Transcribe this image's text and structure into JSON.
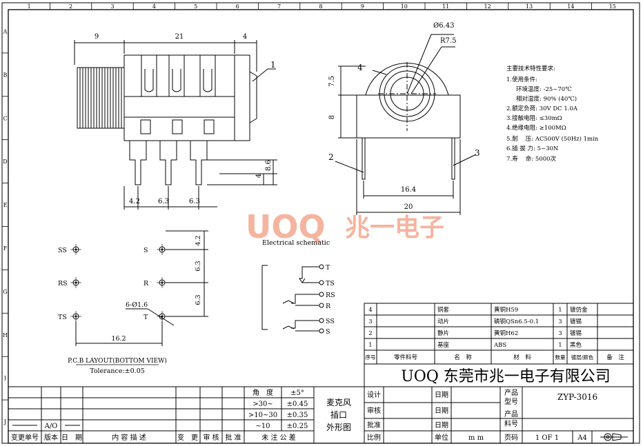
{
  "frame": {
    "col_numbers": [
      "1",
      "2",
      "3",
      "4",
      "5",
      "6",
      "7",
      "8",
      "9",
      "10",
      "11",
      "12",
      "13",
      "14",
      "15"
    ],
    "row_letters": [
      "A",
      "B",
      "C",
      "D",
      "E",
      "F",
      "G",
      "H",
      "I",
      "J"
    ]
  },
  "side_view": {
    "dims_top": [
      "9",
      "21",
      "4"
    ],
    "dims_bottom": [
      "4.2",
      "6.3",
      "6.3"
    ],
    "dim_height_1": "8.6",
    "dim_height_2": "4",
    "callout_1": "1"
  },
  "front_view": {
    "dim_dia": "Ø6.43",
    "dim_radius": "R7.5",
    "dim_h1": "7.5",
    "dim_h2": "8",
    "dim_w1": "16.4",
    "dim_w2": "20",
    "callout_2": "2",
    "callout_3": "3",
    "callout_4": "4"
  },
  "specs": {
    "title": "主要技术特性要求:",
    "lines": [
      "1.使用条件:",
      "环境温度: -25~70℃",
      "相对湿度: 90% (40℃)",
      "2.额定负荷: 30V DC 1.0A",
      "3.接触电阻: ≤30mΩ",
      "4.绝缘电阻: ≥100MΩ",
      "5.耐　 压: AC500V (50Hz) 1min",
      "6.插 拔 力: 5~30N",
      "7.寿　 命: 5000次"
    ]
  },
  "watermark": {
    "brand": "UOQ",
    "cn": "兆一电子"
  },
  "schematic": {
    "title": "Electrical schematic",
    "labels": [
      "T",
      "TS",
      "RS",
      "R",
      "SS",
      "S"
    ]
  },
  "pcb": {
    "pads_left": [
      "SS",
      "RS",
      "TS"
    ],
    "pads_right": [
      "S",
      "R",
      "T"
    ],
    "dim_v": [
      "4.2",
      "6.3",
      "6.3"
    ],
    "dim_h": "16.2",
    "hole_note": "6-Ø1.6",
    "caption": "P.C.B LAYOUT(BOTTOM VIEW)",
    "tolerance": "Tolerance:±0.05"
  },
  "bom": {
    "rows": [
      {
        "no": "4",
        "part": "",
        "name": "铜套",
        "material": "黄铜H59",
        "qty": "1",
        "finish": "镀仿金",
        "note": ""
      },
      {
        "no": "3",
        "part": "",
        "name": "动片",
        "material": "磷铜QSn6.5-0.1",
        "qty": "3",
        "finish": "镀锡",
        "note": ""
      },
      {
        "no": "2",
        "part": "",
        "name": "静片",
        "material": "黄铜H62",
        "qty": "3",
        "finish": "镀锡",
        "note": ""
      },
      {
        "no": "1",
        "part": "",
        "name": "基座",
        "material": "ABS",
        "qty": "1",
        "finish": "黑色",
        "note": ""
      }
    ],
    "header": {
      "no": "序号",
      "part": "零件料号",
      "name": "名　称",
      "material": "材　料",
      "qty": "数量",
      "finish": "镀层/颜色",
      "note": "备　注"
    }
  },
  "company": "UOQ 东莞市兆一电子有限公司",
  "tolerance_table": {
    "header": [
      "角　度",
      "±5°"
    ],
    "rows": [
      [
        ">30~",
        "±0.45"
      ],
      [
        ">10~30",
        "±0.35"
      ],
      [
        "~10",
        "±0.25"
      ]
    ],
    "footer": "未 注 公 差"
  },
  "revision": {
    "ao": "A/O",
    "headers": [
      "变更单号",
      "版本",
      "日　期",
      "内 容 描 述",
      "变　更",
      "审 核",
      "批 准"
    ]
  },
  "product_desc": [
    "麦克风",
    "插口",
    "外形图"
  ],
  "signoff": {
    "design": "设计",
    "review": "审核",
    "approve": "批准",
    "scale": "比例",
    "date": "日期",
    "unit": "单位",
    "unit_value": "m m",
    "product_model_l1": "产品",
    "product_model_l2": "型号",
    "product_code_l1": "产品",
    "product_code_l2": "料号",
    "model": "ZYP-3016",
    "page_label": "页码",
    "page": "1 OF 1",
    "size": "A4"
  }
}
